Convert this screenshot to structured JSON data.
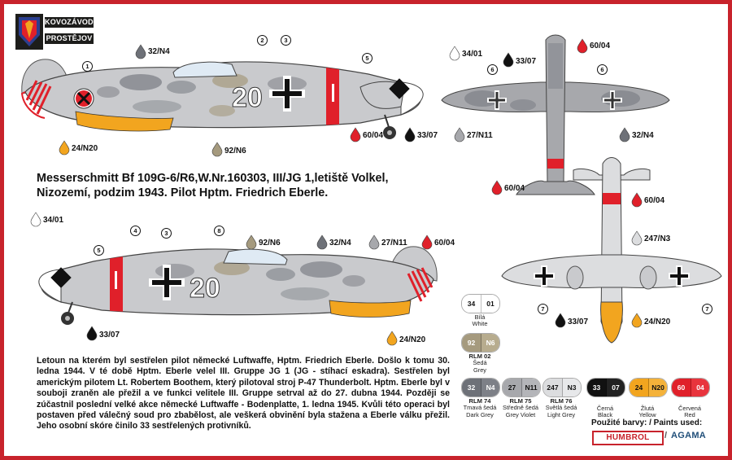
{
  "logo": {
    "line1": "KOVOZÁVODY",
    "line2": "PROSTĚJOV",
    "icon": "kovozavody-logo-icon"
  },
  "title": {
    "line1": "Messerschmitt Bf 109G-6/R6,W.Nr.160303, III/JG 1,letiště Volkel,",
    "line2": "Nizozemí, podzim 1943. Pilot Hptm. Friedrich Eberle."
  },
  "description": "Letoun na kterém byl sestřelen pilot německé Luftwaffe, Hptm. Friedrich Eberle. Došlo k tomu 30. ledna 1944. V té době Hptm. Eberle velel III. Gruppe JG 1 (JG - stíhací eskadra). Sestřelen byl americkým pilotem Lt. Robertem Boothem, který pilotoval stroj P-47 Thunderbolt. Hptm. Eberle byl v souboji zraněn ale přežil a ve funkci velitele III. Gruppe setrval až do 27. dubna 1944. Později se zúčastnil poslední velké akce německé Luftwaffe - Bodenplatte, 1. ledna 1945. Kvůli této operaci byl postaven před válečný soud pro zbabělost, ale veškerá obvinění byla stažena a Eberle válku přežil. Jeho osobní skóre činilo 33 sestřelených protivníků.",
  "aircraft_code": "20",
  "callouts": {
    "top_left": {
      "c1": "32/N4",
      "c2": "34/01",
      "c3": "24/N20",
      "c4": "92/N6",
      "c5": "60/04",
      "c6": "33/07"
    },
    "bottom_left": {
      "c1": "34/01",
      "c2": "92/N6",
      "c3": "32/N4",
      "c4": "27/N11",
      "c5": "60/04",
      "c6": "33/07",
      "c7": "24/N20"
    },
    "top_view": {
      "c1": "60/04",
      "c2": "33/07",
      "c3": "27/N11",
      "c4": "32/N4",
      "c5": "60/04"
    },
    "bottom_view": {
      "c1": "60/04",
      "c2": "247/N3",
      "c3": "33/07",
      "c4": "24/N20"
    }
  },
  "numbers": [
    "1",
    "2",
    "3",
    "4",
    "5",
    "6",
    "7",
    "8"
  ],
  "swatches": [
    {
      "a": "34",
      "b": "01",
      "name": "Bílá",
      "en": "White",
      "fill_a": "#ffffff",
      "fill_b": "#ffffff",
      "text": "#111111",
      "rlm": ""
    },
    {
      "a": "92",
      "b": "N6",
      "name": "Šedá",
      "en": "Grey",
      "fill_a": "#a59a7e",
      "fill_b": "#b7ac8e",
      "text": "#ffffff",
      "rlm": "RLM 02"
    },
    {
      "a": "32",
      "b": "N4",
      "name": "Tmavá šedá",
      "en": "Dark Grey",
      "fill_a": "#6e7178",
      "fill_b": "#7d8087",
      "text": "#ffffff",
      "rlm": "RLM 74"
    },
    {
      "a": "27",
      "b": "N11",
      "name": "Středně šedá",
      "en": "Grey Violet",
      "fill_a": "#a7a8ac",
      "fill_b": "#b4b5b9",
      "text": "#111111",
      "rlm": "RLM 75"
    },
    {
      "a": "247",
      "b": "N3",
      "name": "Světlá šedá",
      "en": "Light Grey",
      "fill_a": "#dcdddf",
      "fill_b": "#e7e8ea",
      "text": "#111111",
      "rlm": "RLM 76"
    },
    {
      "a": "33",
      "b": "07",
      "name": "Černá",
      "en": "Black",
      "fill_a": "#111111",
      "fill_b": "#222222",
      "text": "#ffffff",
      "rlm": ""
    },
    {
      "a": "24",
      "b": "N20",
      "name": "Žlutá",
      "en": "Yellow",
      "fill_a": "#f2a51f",
      "fill_b": "#f4b23a",
      "text": "#111111",
      "rlm": ""
    },
    {
      "a": "60",
      "b": "04",
      "name": "Červená",
      "en": "Red",
      "fill_a": "#e0202a",
      "fill_b": "#e8343d",
      "text": "#ffffff",
      "rlm": ""
    }
  ],
  "paints_used": "Použité barvy: / Paints used:",
  "humbrol": "HUMBROL",
  "slash": "/",
  "agama": "AGAMA",
  "colors": {
    "frame": "#c8232c",
    "fuselage": "#c9cacd",
    "mottle": "#7d8087",
    "red_band": "#e0202a",
    "yellow": "#f2a51f"
  }
}
